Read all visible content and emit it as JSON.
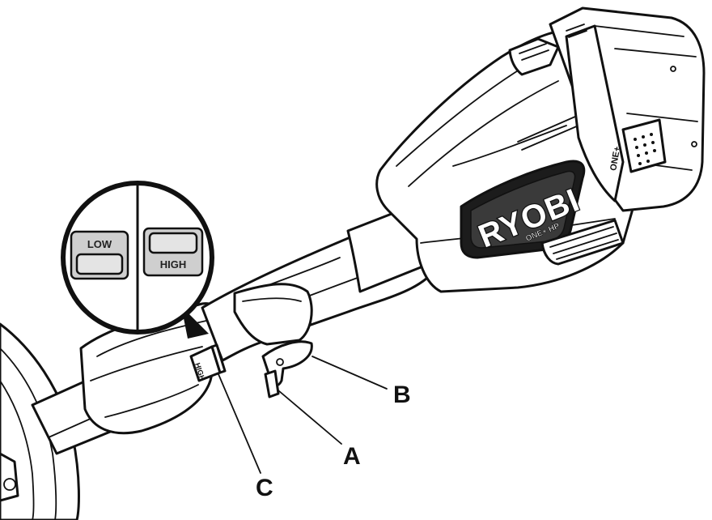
{
  "figure": {
    "brand_logo": "RYOBI",
    "brand_sublogo": "ONE+ HP",
    "battery_badge": "ONE+",
    "switch_label": "HIGH"
  },
  "speed_inset": {
    "left_button_label": "LOW",
    "right_button_label": "HIGH"
  },
  "callouts": [
    {
      "id": "A",
      "label": "A"
    },
    {
      "id": "B",
      "label": "B"
    },
    {
      "id": "C",
      "label": "C"
    }
  ]
}
